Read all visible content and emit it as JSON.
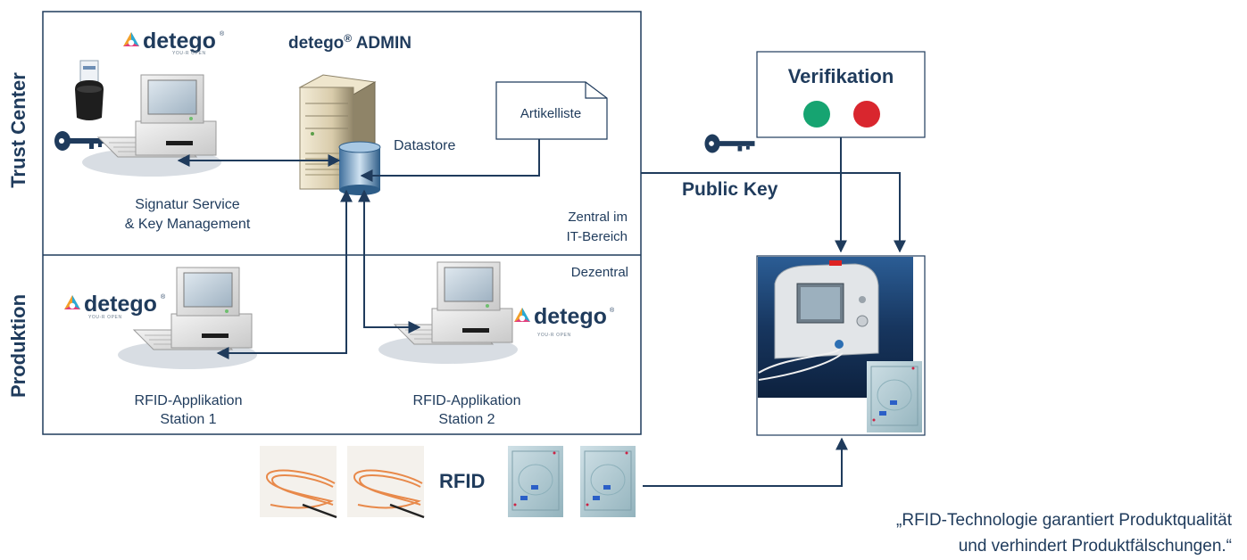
{
  "sections": {
    "trust_center": "Trust Center",
    "produktion": "Produktion"
  },
  "admin": {
    "brand": "detego",
    "registered": "®",
    "title": " ADMIN"
  },
  "logos": {
    "wordmark": "detego",
    "tagline": "YOU-R OPEN",
    "registered": "®"
  },
  "nodes": {
    "signatur_line1": "Signatur Service",
    "signatur_line2": "& Key Management",
    "datastore": "Datastore",
    "artikelliste": "Artikelliste",
    "zentral_line1": "Zentral im",
    "zentral_line2": "IT-Bereich",
    "dezentral": "Dezentral",
    "station1_line1": "RFID-Applikation",
    "station1_line2": "Station 1",
    "station2_line1": "RFID-Applikation",
    "station2_line2": "Station 2"
  },
  "verification": {
    "title": "Verifikation",
    "green": "#16a471",
    "red": "#d9262e"
  },
  "public_key": "Public Key",
  "rfid": "RFID",
  "quote": {
    "line1": "„RFID-Technologie garantiert Produktqualität",
    "line2": "und verhindert Produktfälschungen.“"
  },
  "colors": {
    "navy": "#1f3b5c",
    "cable_orange": "#e8894a"
  },
  "icons": [
    "key-icon",
    "card-reader-icon",
    "computer-icon",
    "server-icon",
    "database-icon",
    "document-icon",
    "laser-device-image",
    "fiber-cable-image",
    "rfid-package-image"
  ]
}
